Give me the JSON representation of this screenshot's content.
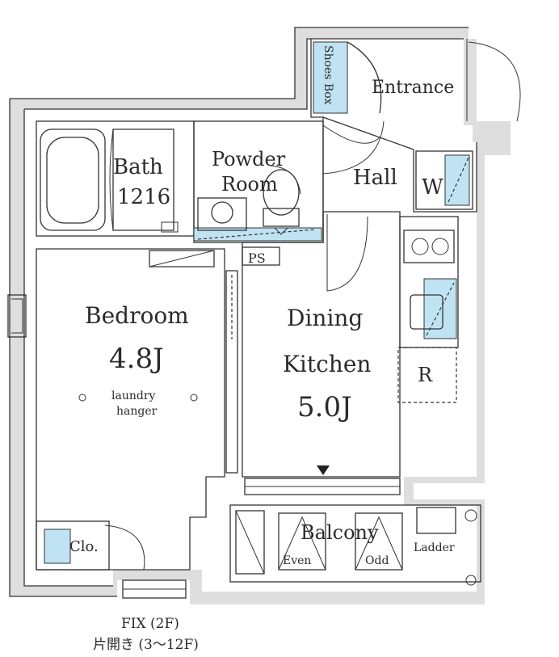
{
  "rooms": {
    "shoes_box": "Shoes Box",
    "entrance": "Entrance",
    "bath": "Bath",
    "bath_size": "1216",
    "powder_room": "Powder Room",
    "hall": "Hall",
    "washer": "W",
    "bedroom": "Bedroom",
    "bedroom_size": "4.8J",
    "laundry_hanger": "laundry hanger",
    "ps": "PS",
    "dining_kitchen": "Dining Kitchen",
    "dk_size": "5.0J",
    "refrigerator": "R",
    "closet": "Clo.",
    "balcony": "Balcony",
    "even": "Even",
    "odd": "Odd",
    "ladder": "Ladder"
  },
  "footer": {
    "fix_note": "FIX (2F)",
    "open_note": "片開き (3〜12F)"
  }
}
